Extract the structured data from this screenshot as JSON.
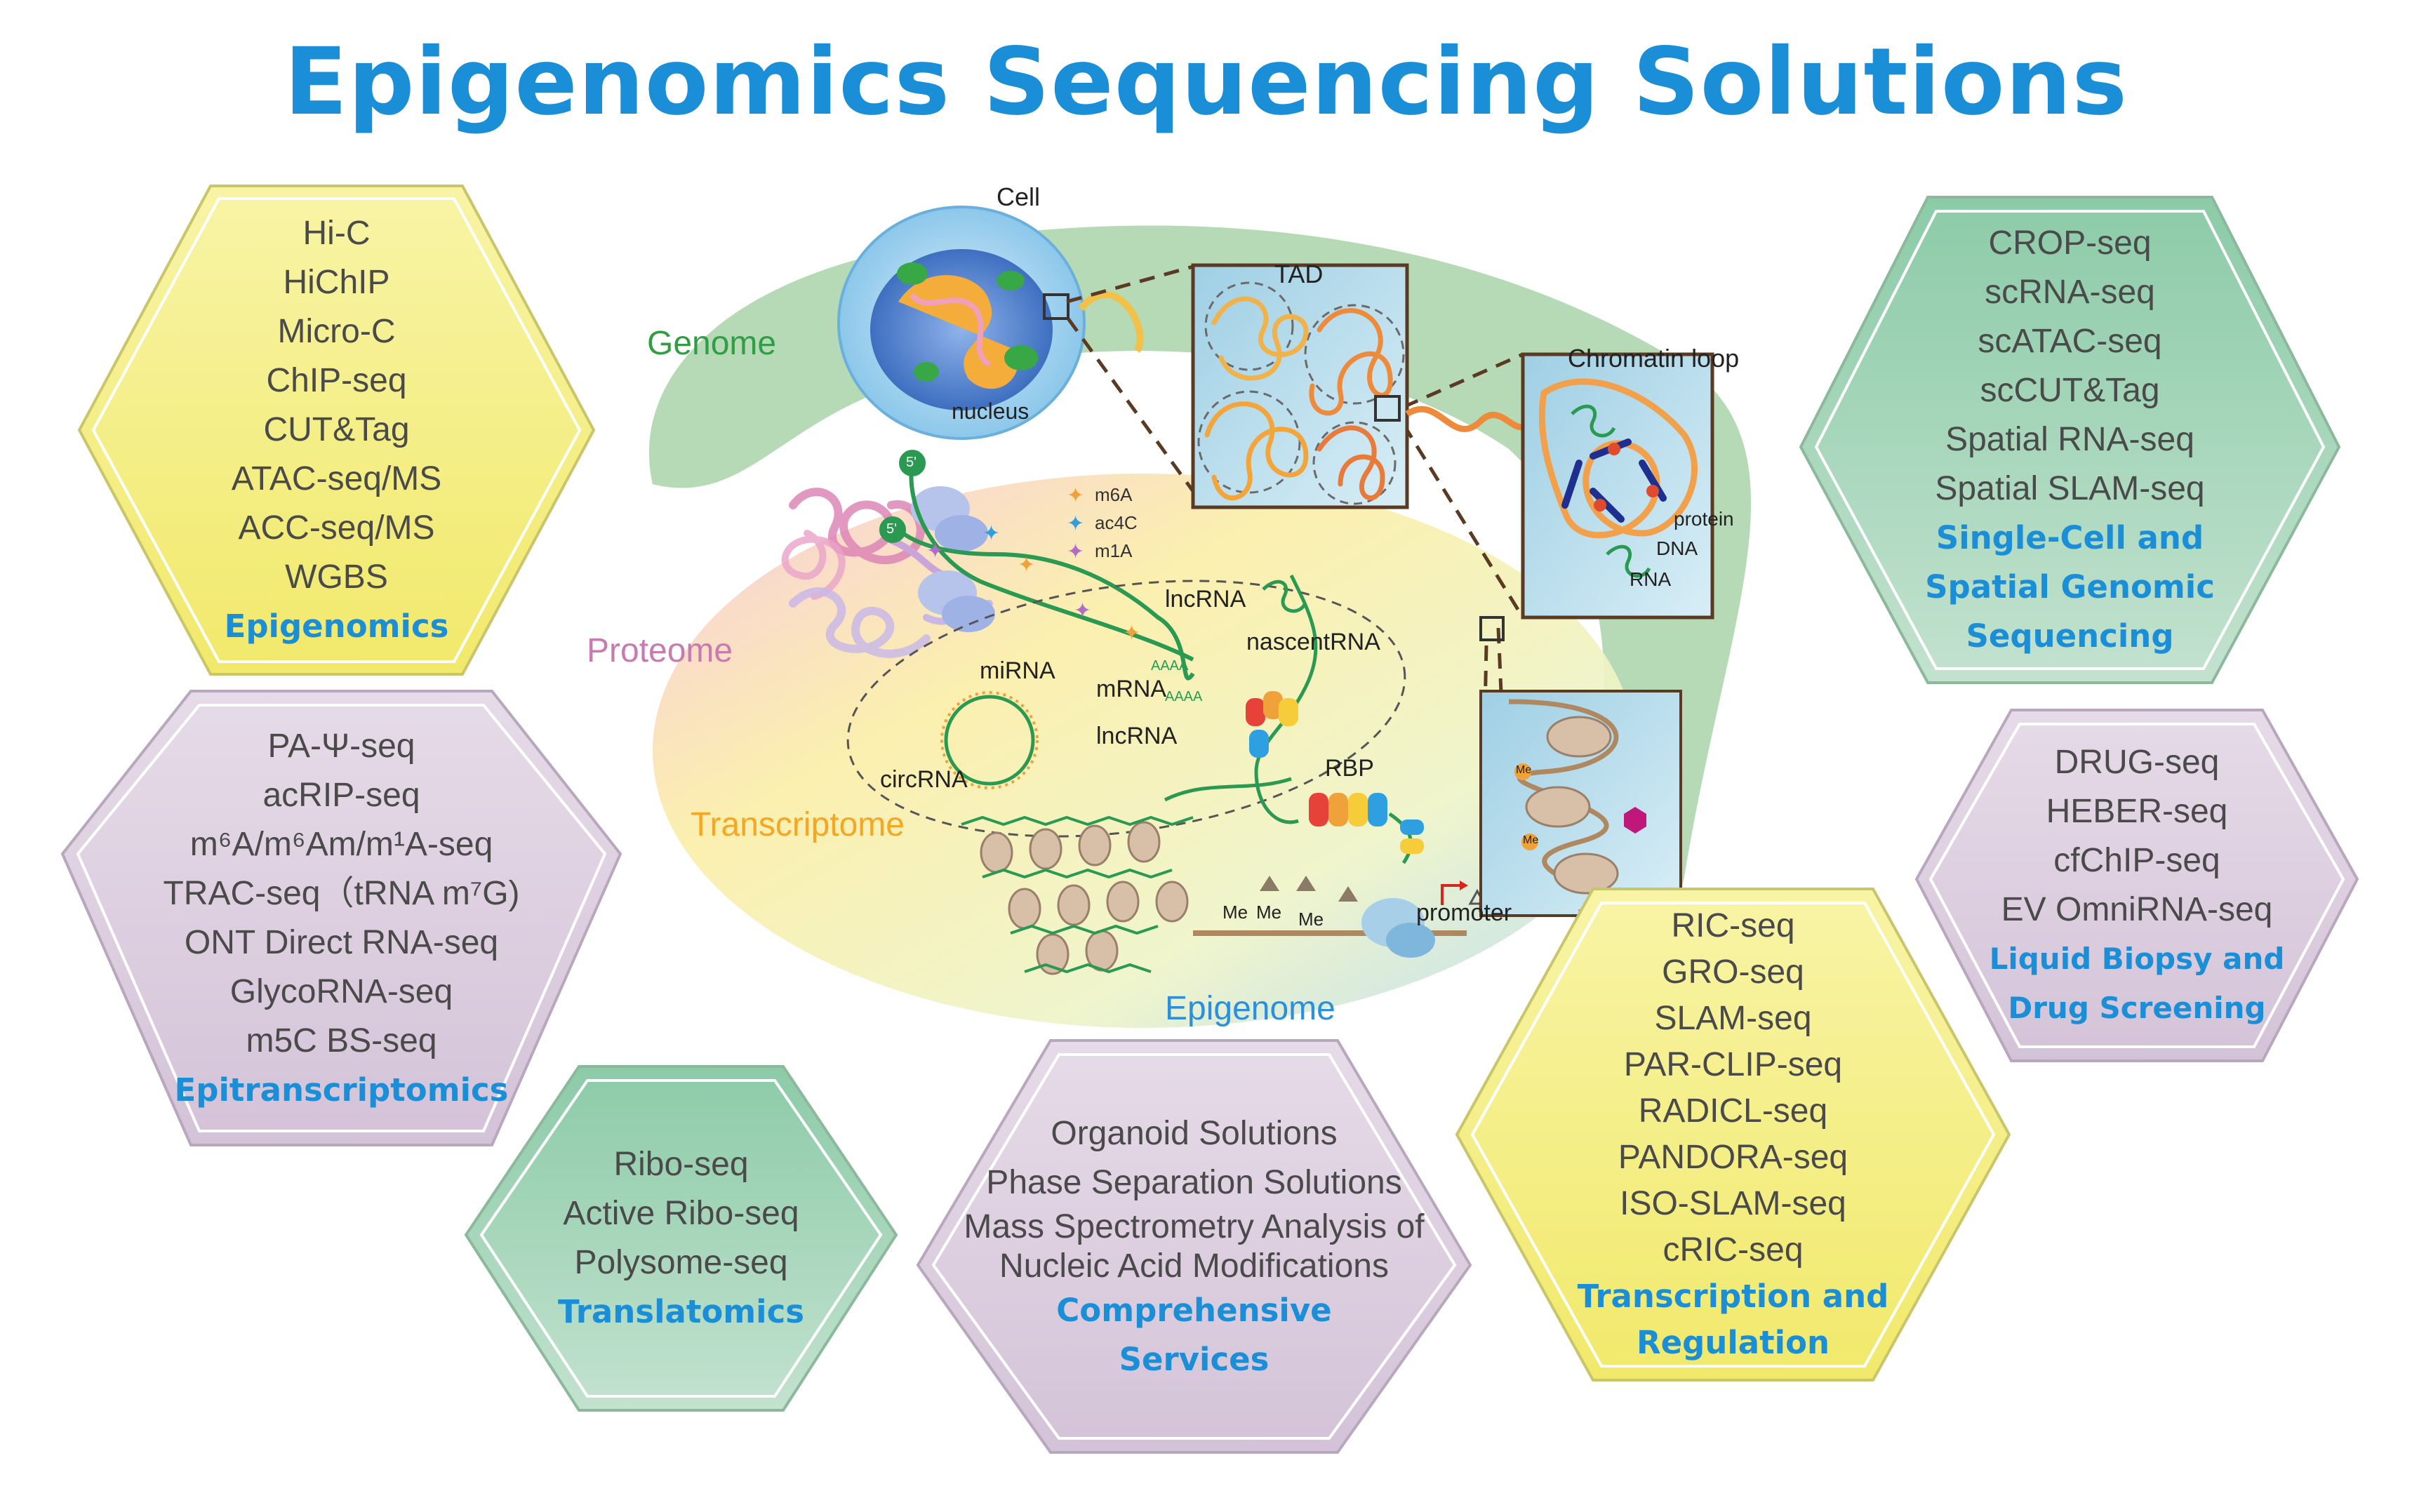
{
  "title": "Epigenomics Sequencing Solutions",
  "diagram": {
    "cell": "Cell",
    "nucleus": "nucleus",
    "tad": "TAD",
    "chromatin_loop": "Chromatin loop",
    "protein": "protein",
    "dna": "DNA",
    "rna": "RNA",
    "genome": "Genome",
    "proteome": "Proteome",
    "transcriptome": "Transcriptome",
    "epigenome": "Epigenome",
    "mod_m6a": "m6A",
    "mod_ac4c": "ac4C",
    "mod_m1a": "m1A",
    "lncrna_top": "lncRNA",
    "nascentrna": "nascentRNA",
    "mirna": "miRNA",
    "mrna": "mRNA",
    "lncrna_mid": "lncRNA",
    "circrna": "circRNA",
    "rbp": "RBP",
    "promoter": "promoter",
    "me": "Me",
    "polya": "AAAA",
    "five_prime": "5'"
  },
  "colors": {
    "title_blue": "#1a8ed6",
    "genome_green": "#2f9e44",
    "proteome_pink": "#c77bb0",
    "transcriptome_orange": "#f5a623",
    "epigenome_blue": "#2b8fd9"
  },
  "panels": {
    "epigenomics": {
      "items": [
        "Hi-C",
        "HiChIP",
        "Micro-C",
        "ChIP-seq",
        "CUT&Tag",
        "ATAC-seq/MS",
        "ACC-seq/MS",
        "WGBS"
      ],
      "category": "Epigenomics"
    },
    "epitranscriptomics": {
      "items": [
        "PA-Ψ-seq",
        "acRIP-seq",
        "m⁶A/m⁶Am/m¹A-seq",
        "TRAC-seq（tRNA m⁷G)",
        "ONT Direct RNA-seq",
        "GlycoRNA-seq",
        "m5C BS-seq"
      ],
      "category": "Epitranscriptomics"
    },
    "translatomics": {
      "items": [
        "Ribo-seq",
        "Active Ribo-seq",
        "Polysome-seq"
      ],
      "category": "Translatomics"
    },
    "comprehensive": {
      "items": [
        "Organoid Solutions",
        "Phase Separation Solutions",
        "Mass Spectrometry Analysis of",
        "Nucleic Acid Modifications"
      ],
      "category": [
        "Comprehensive",
        "Services"
      ]
    },
    "transcription": {
      "items": [
        "RIC-seq",
        "GRO-seq",
        "SLAM-seq",
        "PAR-CLIP-seq",
        "RADICL-seq",
        "PANDORA-seq",
        "ISO-SLAM-seq",
        "cRIC-seq"
      ],
      "category": [
        "Transcription and",
        "Regulation"
      ]
    },
    "single_cell": {
      "items": [
        "CROP-seq",
        "scRNA-seq",
        "scATAC-seq",
        "scCUT&Tag",
        "Spatial RNA-seq",
        "Spatial SLAM-seq"
      ],
      "category": [
        "Single-Cell and",
        "Spatial Genomic",
        "Sequencing"
      ]
    },
    "liquid_biopsy": {
      "items": [
        "DRUG-seq",
        "HEBER-seq",
        "cfChIP-seq",
        "EV OmniRNA-seq"
      ],
      "category": [
        "Liquid Biopsy and",
        "Drug Screening"
      ]
    }
  }
}
